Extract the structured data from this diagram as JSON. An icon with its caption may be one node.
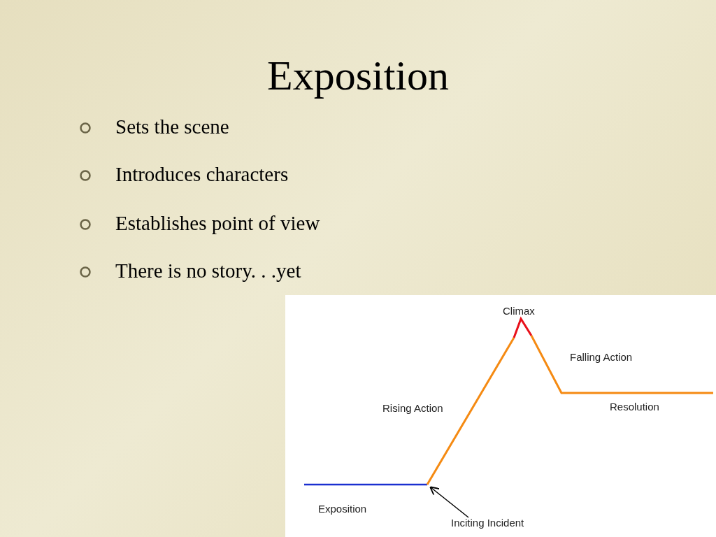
{
  "diagram": {
    "title": "Exposition",
    "nodes": [
      {
        "text": [
          "Inciting Incident"
        ]
      },
      {
        "text": [],
        "shape": "picture"
      }
    ],
    "edges": [
      {
        "from": 0,
        "to": 1,
        "arrow": "to"
      }
    ],
    "labels": [
      "Sets the scene",
      "Introduces characters",
      "Establishes point of view",
      "There is no story. . .yet",
      "Climax",
      "Falling Action",
      "Rising Action",
      "Resolution",
      "Exposition"
    ]
  }
}
